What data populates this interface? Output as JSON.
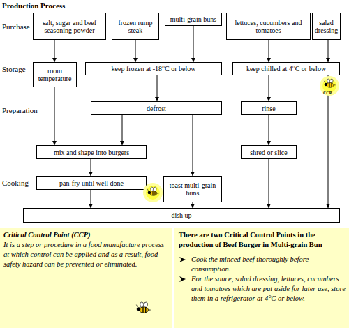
{
  "diagram": {
    "title": "Production Process",
    "nodes": [
      {
        "text": [
          "salt, sugar and beef seasoning powder"
        ]
      },
      {
        "text": [
          "frozen rump steak"
        ]
      },
      {
        "text": [
          "multi-grain buns"
        ]
      },
      {
        "text": [
          "lettuces, cucumbers and tomatoes"
        ]
      },
      {
        "text": [
          "salad dressing"
        ]
      },
      {
        "text": [
          "room temperature"
        ]
      },
      {
        "text": [
          "keep frozen at -18°C or below"
        ]
      },
      {
        "text": [
          "keep chilled at 4°C or below"
        ]
      },
      {
        "text": [
          "defrost"
        ]
      },
      {
        "text": [
          "rinse"
        ]
      },
      {
        "text": [
          "mix and shape into burgers"
        ]
      },
      {
        "text": [
          "shred or slice"
        ]
      },
      {
        "text": [
          "pan-fry until well done"
        ]
      },
      {
        "text": [
          "toast multi-grain buns"
        ]
      },
      {
        "text": [
          "dish up"
        ]
      },
      {
        "text": [
          "Critical Control Point (CCP)",
          "It is a step or procedure in a food manufacture process at which control can be applied and as a result, food safety hazard can be prevented or eliminated."
        ]
      },
      {
        "text": [
          "There are two Critical Control Points in the production of Beef Burger in Multi-grain Bun",
          "Cook the minced beef thoroughly before consumption.",
          "For the sauce, salad dressing, lettuces, cucumbers and tomatoes which are put aside for later use, store them in a refrigerator at 4°C or below."
        ]
      }
    ],
    "edges": [
      {
        "from": 0,
        "to": 5,
        "arrow": "to"
      },
      {
        "from": 1,
        "to": 6,
        "arrow": "to"
      },
      {
        "from": 2,
        "to": 6,
        "arrow": "to"
      },
      {
        "from": 3,
        "to": 7,
        "arrow": "to"
      },
      {
        "from": 4,
        "to": 7,
        "arrow": "to"
      },
      {
        "from": 5,
        "to": 10,
        "arrow": "to"
      },
      {
        "from": 6,
        "to": 8,
        "arrow": "to"
      },
      {
        "from": 7,
        "to": 9,
        "arrow": "to"
      },
      {
        "from": 7,
        "to": 14,
        "arrow": "to"
      },
      {
        "from": 8,
        "to": 10,
        "arrow": "to"
      },
      {
        "from": 8,
        "to": 13,
        "arrow": "to"
      },
      {
        "from": 9,
        "to": 11,
        "arrow": "to"
      },
      {
        "from": 10,
        "to": 12,
        "arrow": "to"
      },
      {
        "from": 11,
        "to": 14,
        "arrow": "to"
      },
      {
        "from": 12,
        "to": 14,
        "arrow": "to"
      },
      {
        "from": 13,
        "to": 14,
        "arrow": "to"
      }
    ],
    "labels": [
      "Purchase",
      "Storage",
      "Preparation",
      "Cooking",
      "CCP"
    ]
  }
}
